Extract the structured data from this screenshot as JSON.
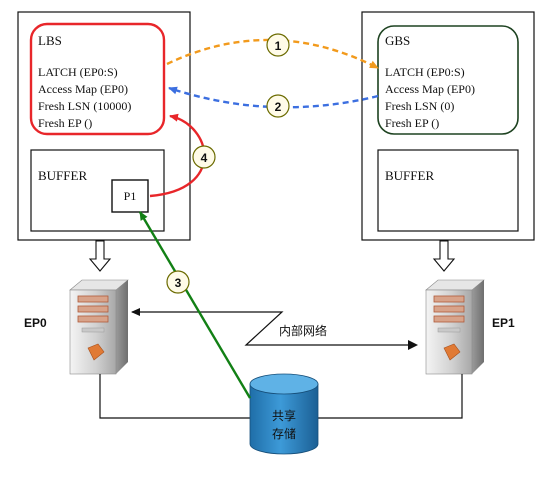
{
  "left_node": {
    "lbs": {
      "title": "LBS",
      "latch": "LATCH (EP0:S)",
      "access_map": "Access Map (EP0)",
      "fresh_lsn": "Fresh LSN (10000)",
      "fresh_ep": "Fresh EP ()"
    },
    "buffer": {
      "title": "BUFFER",
      "page": "P1"
    },
    "server_label": "EP0"
  },
  "right_node": {
    "gbs": {
      "title": "GBS",
      "latch": "LATCH (EP0:S)",
      "access_map": "Access Map (EP0)",
      "fresh_lsn": "Fresh LSN (0)",
      "fresh_ep": "Fresh EP ()"
    },
    "buffer": {
      "title": "BUFFER"
    },
    "server_label": "EP1"
  },
  "network_label": "内部网络",
  "storage": {
    "line1": "共享",
    "line2": "存储"
  },
  "steps": {
    "s1": "1",
    "s2": "2",
    "s3": "3",
    "s4": "4"
  },
  "colors": {
    "lbs_border": "#e8262a",
    "gbs_border": "#1d4220",
    "arrow_1": "#f29a1c",
    "arrow_2": "#3c6fe0",
    "arrow_3": "#128015",
    "arrow_4": "#e8262a",
    "storage_fill": "#2d86c8",
    "badge_fill": "#fffbe8",
    "badge_border": "#6b6b00"
  }
}
